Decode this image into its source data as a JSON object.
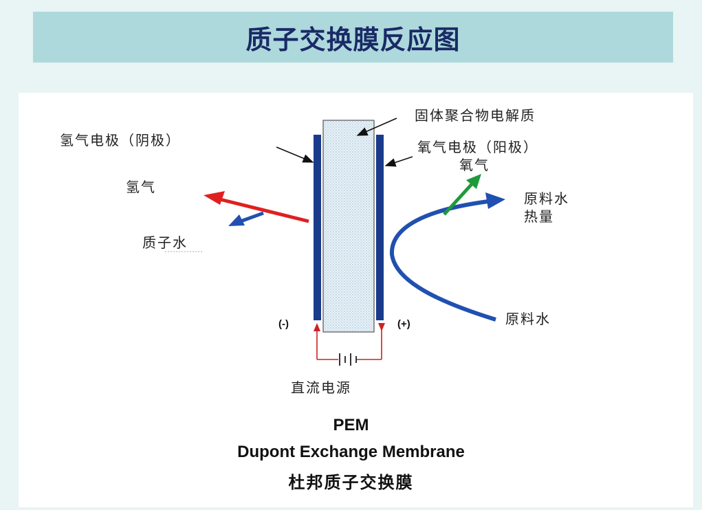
{
  "title": "质子交换膜反应图",
  "diagram": {
    "electrolyte_label": "固体聚合物电解质",
    "cathode_label": "氢气电极（阴极）",
    "anode_label": "氧气电极（阳极）",
    "hydrogen_label": "氢气",
    "proton_water_label": "质子水",
    "oxygen_label": "氧气",
    "raw_water_heat_label_1": "原料水",
    "raw_water_heat_label_2": "热量",
    "raw_water_in_label": "原料水",
    "negative_sign": "(-)",
    "positive_sign": "(+)",
    "power_label": "直流电源"
  },
  "caption": {
    "line1": "PEM",
    "line2": "Dupont Exchange Membrane",
    "line3": "杜邦质子交换膜"
  },
  "colors": {
    "title_bg": "#aed9dc",
    "title_text": "#1a2a66",
    "electrode": "#1a3a8c",
    "hydrogen_arrow": "#e02020",
    "blue_arrow": "#2050b0",
    "oxygen_arrow": "#1f9a3a",
    "power_lines": "#cc2222"
  }
}
